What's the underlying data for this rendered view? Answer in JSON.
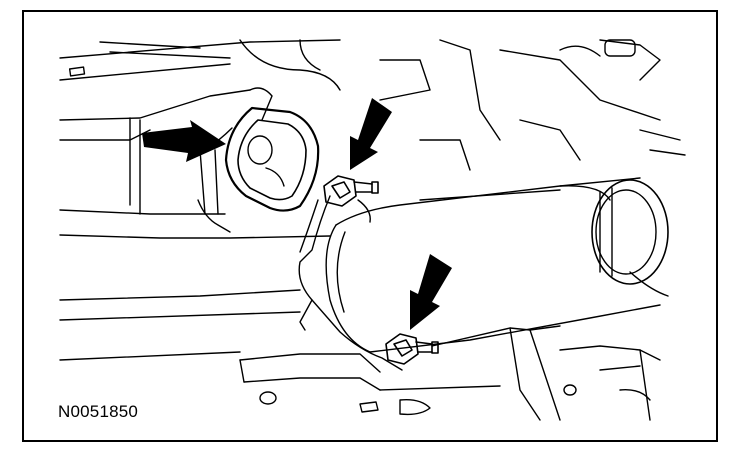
{
  "figure": {
    "id_label": "N0051850",
    "callouts": [
      {
        "name": "arrow-isolator",
        "target": "exhaust-hanger-isolator"
      },
      {
        "name": "arrow-upper-nut",
        "target": "upper-flange-nut"
      },
      {
        "name": "arrow-lower-nut",
        "target": "lower-flange-nut"
      }
    ],
    "colors": {
      "line": "#000000",
      "background": "#ffffff"
    }
  }
}
